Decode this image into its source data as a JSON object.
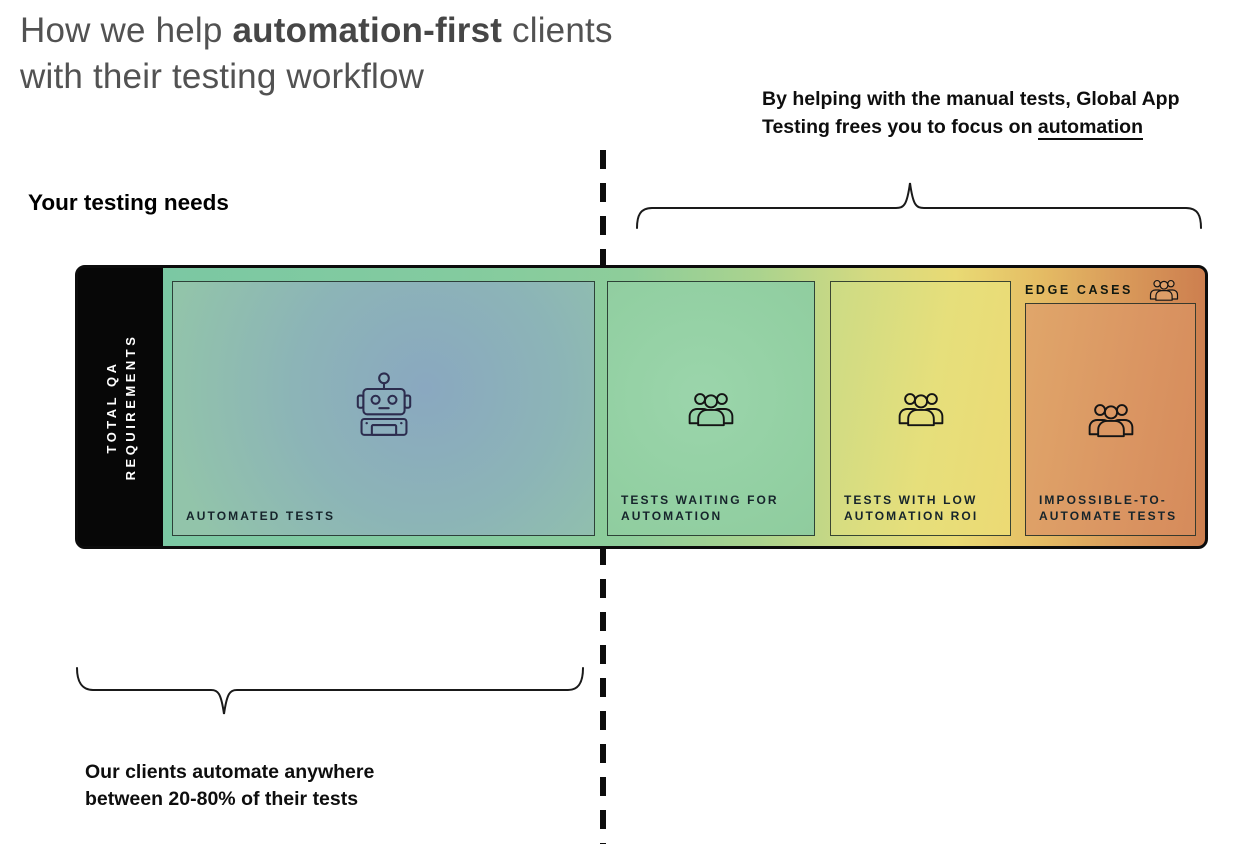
{
  "title": {
    "line1_prefix": "How we help ",
    "line1_bold": "automation-first",
    "line1_suffix": " clients",
    "line2": "with their testing workflow"
  },
  "manual_note": {
    "line1": "By helping with the manual tests, Global App",
    "line2_prefix": "Testing frees you to focus on ",
    "underlined": "automation"
  },
  "left_heading": "Your testing needs",
  "qa_axis": {
    "line1": "TOTAL QA",
    "line2": "REQUIREMENTS"
  },
  "sections": {
    "automated": {
      "label": "AUTOMATED TESTS",
      "icon": "robot-icon"
    },
    "waiting": {
      "label_line1": "TESTS WAITING FOR",
      "label_line2": "AUTOMATION",
      "icon": "people-group-icon"
    },
    "low_roi": {
      "label_line1": "TESTS WITH LOW",
      "label_line2": "AUTOMATION ROI",
      "icon": "people-group-icon"
    },
    "edge_cases": {
      "label": "EDGE CASES",
      "icon": "people-group-icon"
    },
    "impossible": {
      "label_line1": "IMPOSSIBLE-TO-",
      "label_line2": "AUTOMATE TESTS",
      "icon": "people-group-icon"
    }
  },
  "bottom_note": {
    "line1": "Our clients automate anywhere",
    "line2": "between 20-80% of their tests"
  },
  "colors": {
    "gradient_green": "#7cc8a2",
    "gradient_yellow": "#e9da74",
    "gradient_orange": "#cd7f4f",
    "automated_blue": "#8aa8c0",
    "axis_black": "#070707",
    "icon_navy": "#2c2c4e",
    "text_dark": "#0e0e0e",
    "title_gray": "#525252"
  }
}
